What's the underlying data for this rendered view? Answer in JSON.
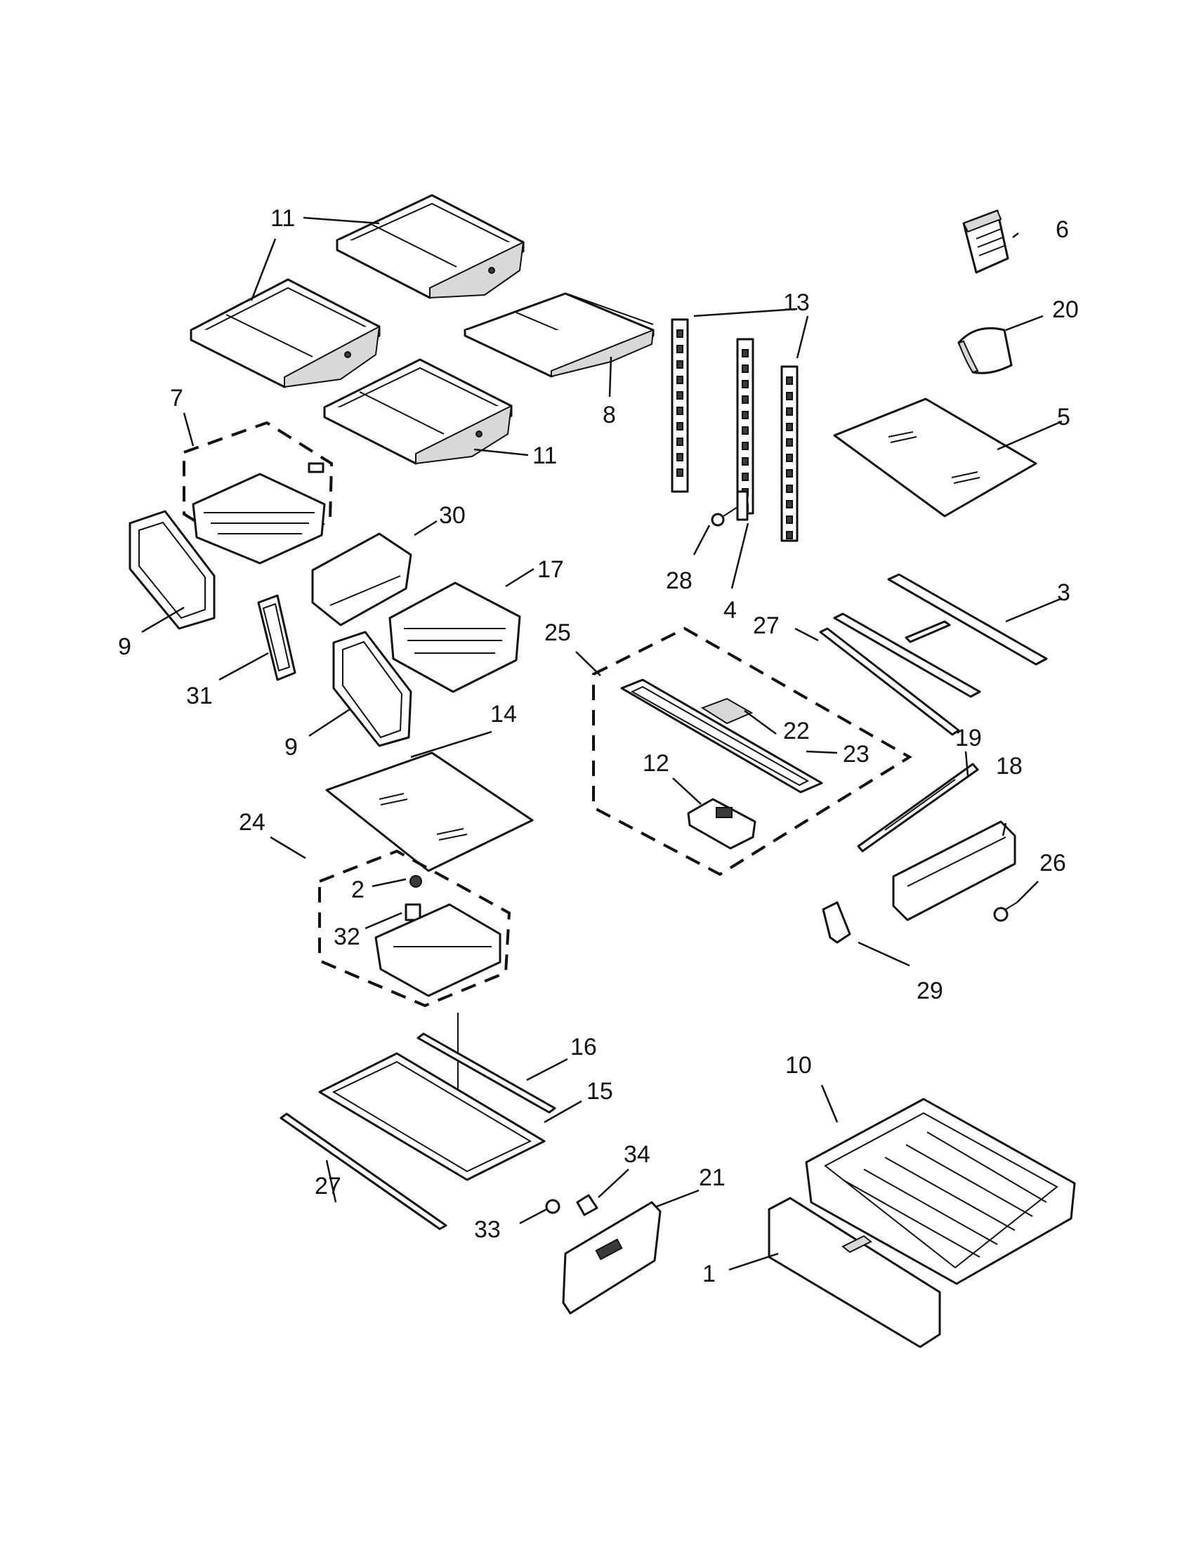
{
  "callouts": [
    {
      "id": "c11a",
      "text": "11"
    },
    {
      "id": "c6",
      "text": "6"
    },
    {
      "id": "c13",
      "text": "13"
    },
    {
      "id": "c20",
      "text": "20"
    },
    {
      "id": "c7",
      "text": "7"
    },
    {
      "id": "c8",
      "text": "8"
    },
    {
      "id": "c11b",
      "text": "11"
    },
    {
      "id": "c5",
      "text": "5"
    },
    {
      "id": "c30",
      "text": "30"
    },
    {
      "id": "c17",
      "text": "17"
    },
    {
      "id": "c28",
      "text": "28"
    },
    {
      "id": "c4",
      "text": "4"
    },
    {
      "id": "c27a",
      "text": "27"
    },
    {
      "id": "c3",
      "text": "3"
    },
    {
      "id": "c25",
      "text": "25"
    },
    {
      "id": "c9a",
      "text": "9"
    },
    {
      "id": "c31",
      "text": "31"
    },
    {
      "id": "c22",
      "text": "22"
    },
    {
      "id": "c9b",
      "text": "9"
    },
    {
      "id": "c14",
      "text": "14"
    },
    {
      "id": "c23",
      "text": "23"
    },
    {
      "id": "c19",
      "text": "19"
    },
    {
      "id": "c12",
      "text": "12"
    },
    {
      "id": "c18",
      "text": "18"
    },
    {
      "id": "c24",
      "text": "24"
    },
    {
      "id": "c26",
      "text": "26"
    },
    {
      "id": "c2",
      "text": "2"
    },
    {
      "id": "c32",
      "text": "32"
    },
    {
      "id": "c29",
      "text": "29"
    },
    {
      "id": "c16",
      "text": "16"
    },
    {
      "id": "c10",
      "text": "10"
    },
    {
      "id": "c15",
      "text": "15"
    },
    {
      "id": "c34",
      "text": "34"
    },
    {
      "id": "c21",
      "text": "21"
    },
    {
      "id": "c27b",
      "text": "27"
    },
    {
      "id": "c33",
      "text": "33"
    },
    {
      "id": "c1",
      "text": "1"
    }
  ]
}
